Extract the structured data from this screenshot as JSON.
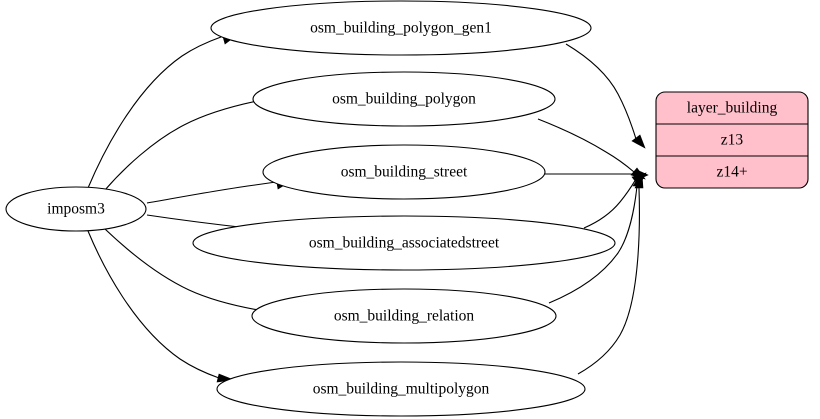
{
  "diagram": {
    "type": "directed-graph",
    "title": "",
    "background_color": "#ffffff",
    "edge_color": "#000000",
    "node_fill": "#ffffff",
    "node_stroke": "#000000",
    "record_fill": "#ffc0cb",
    "source_node": {
      "id": "imposm3",
      "label": "imposm3",
      "shape": "ellipse"
    },
    "intermediate_nodes": [
      {
        "id": "osm_building_polygon_gen1",
        "label": "osm_building_polygon_gen1",
        "shape": "ellipse"
      },
      {
        "id": "osm_building_polygon",
        "label": "osm_building_polygon",
        "shape": "ellipse"
      },
      {
        "id": "osm_building_street",
        "label": "osm_building_street",
        "shape": "ellipse"
      },
      {
        "id": "osm_building_associatedstreet",
        "label": "osm_building_associatedstreet",
        "shape": "ellipse"
      },
      {
        "id": "osm_building_relation",
        "label": "osm_building_relation",
        "shape": "ellipse"
      },
      {
        "id": "osm_building_multipolygon",
        "label": "osm_building_multipolygon",
        "shape": "ellipse"
      }
    ],
    "record_node": {
      "id": "layer_building",
      "shape": "record-rounded",
      "fill": "#ffc0cb",
      "rows": [
        {
          "id": "layer_building_title",
          "label": "layer_building"
        },
        {
          "id": "layer_building_z13",
          "label": "z13"
        },
        {
          "id": "layer_building_z14plus",
          "label": "z14+"
        }
      ]
    },
    "edges": [
      {
        "from": "imposm3",
        "to": "osm_building_polygon_gen1"
      },
      {
        "from": "imposm3",
        "to": "osm_building_polygon"
      },
      {
        "from": "imposm3",
        "to": "osm_building_street"
      },
      {
        "from": "imposm3",
        "to": "osm_building_associatedstreet"
      },
      {
        "from": "imposm3",
        "to": "osm_building_relation"
      },
      {
        "from": "imposm3",
        "to": "osm_building_multipolygon"
      },
      {
        "from": "osm_building_polygon_gen1",
        "to": "layer_building_z13"
      },
      {
        "from": "osm_building_polygon",
        "to": "layer_building_z14plus"
      },
      {
        "from": "osm_building_street",
        "to": "layer_building_z14plus"
      },
      {
        "from": "osm_building_associatedstreet",
        "to": "layer_building_z14plus"
      },
      {
        "from": "osm_building_relation",
        "to": "layer_building_z14plus"
      },
      {
        "from": "osm_building_multipolygon",
        "to": "layer_building_z14plus"
      }
    ]
  }
}
